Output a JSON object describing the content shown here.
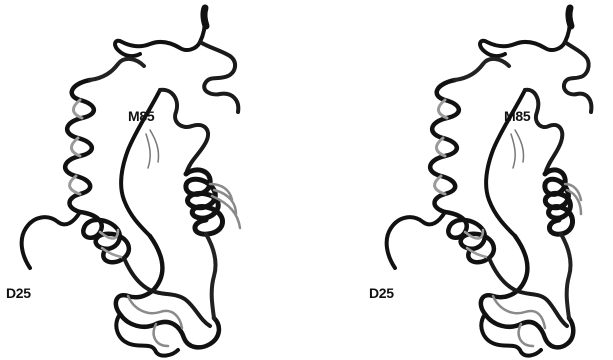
{
  "figure": {
    "panels": [
      {
        "id": "left",
        "labels": {
          "m85": "M85",
          "d25": "D25"
        }
      },
      {
        "id": "right",
        "labels": {
          "m85": "M85",
          "d25": "D25"
        }
      }
    ],
    "colors": {
      "backbone_dark": "#111111",
      "backbone_mid": "#2a2a2a",
      "backbone_light": "#8a8a8a",
      "background": "#ffffff"
    }
  }
}
